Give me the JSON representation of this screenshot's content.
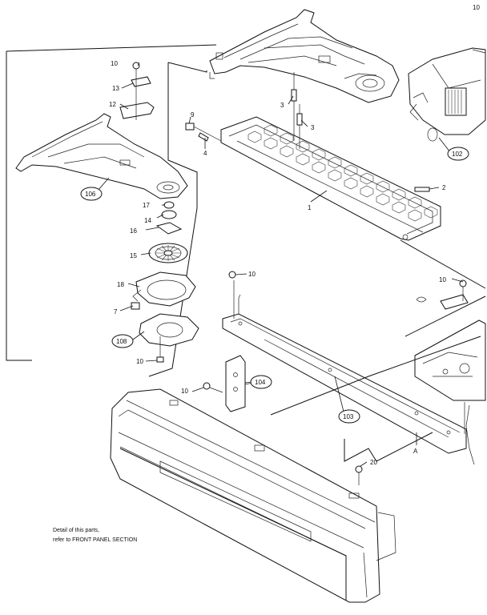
{
  "callouts": {
    "c1": "1",
    "c2": "2",
    "c3a": "3",
    "c3b": "3",
    "c4": "4",
    "c7": "7",
    "c9": "9",
    "c10_top": "10",
    "c10_mid": "10",
    "c10_right": "10",
    "c10_bracket": "10",
    "c10_bottom": "10",
    "c10_corner": "10",
    "c12": "12",
    "c13": "13",
    "c14": "14",
    "c15": "15",
    "c16": "16",
    "c17": "17",
    "c18": "18",
    "c20": "20",
    "c102": "102",
    "c103": "103",
    "c104": "104",
    "c106": "106",
    "c108": "108",
    "cA": "A"
  },
  "note": {
    "line1": "Detail of this parts,",
    "line2": "refer to FRONT PANEL SECTION"
  }
}
